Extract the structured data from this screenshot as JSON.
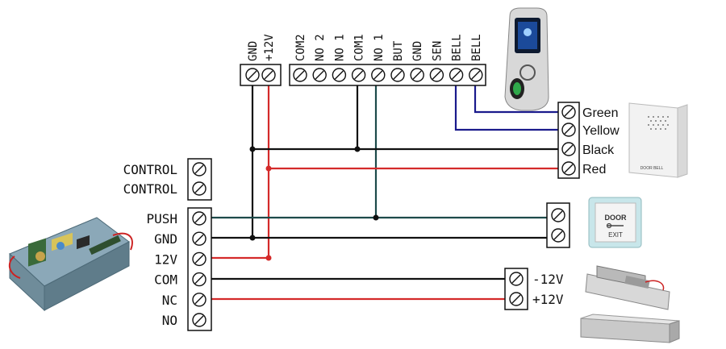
{
  "top_power_block": {
    "labels": [
      "GND",
      "+12V"
    ]
  },
  "controller_block": {
    "labels": [
      "COM2",
      "NO 2",
      "NO 1",
      "COM1",
      "NO 1",
      "BUT",
      "GND",
      "SEN",
      "BELL",
      "BELL"
    ]
  },
  "left_block_upper": {
    "labels": [
      "CONTROL",
      "CONTROL"
    ]
  },
  "left_block_lower": {
    "labels": [
      "PUSH",
      "GND",
      "12V",
      "COM",
      "NC",
      "NO"
    ]
  },
  "bell_block": {
    "labels": [
      "Green",
      "Yellow",
      "Black",
      "Red"
    ]
  },
  "lock_block": {
    "labels": [
      "-12V",
      "+12V"
    ]
  },
  "devices": {
    "doorbell_caption": "DOOR BELL",
    "exit_button_line1": "DOOR",
    "exit_button_line2": "EXIT"
  },
  "colors": {
    "red_wire": "#d42a2a",
    "black_wire": "#111111",
    "blue_wire": "#1a1a8c",
    "teal_wire": "#1d4a4a"
  }
}
